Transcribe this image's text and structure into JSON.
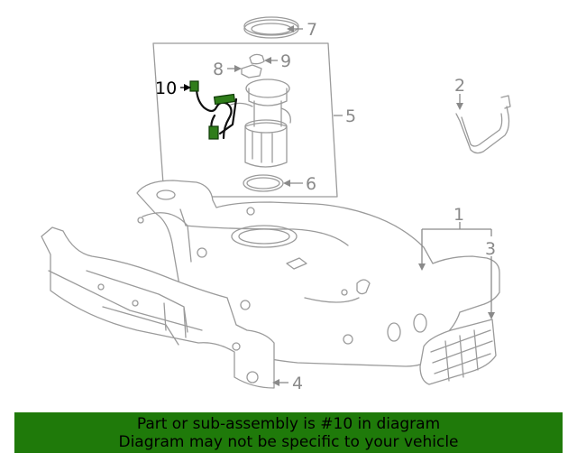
{
  "callouts": {
    "c1": "1",
    "c2": "2",
    "c3": "3",
    "c4": "4",
    "c5": "5",
    "c6": "6",
    "c7": "7",
    "c8": "8",
    "c9": "9",
    "c10": "10"
  },
  "highlighted_part": "10",
  "banner": {
    "line1": "Part or sub-assembly is #10 in diagram",
    "line2": "Diagram may not be specific to your vehicle",
    "color": "#1f7a0a"
  }
}
